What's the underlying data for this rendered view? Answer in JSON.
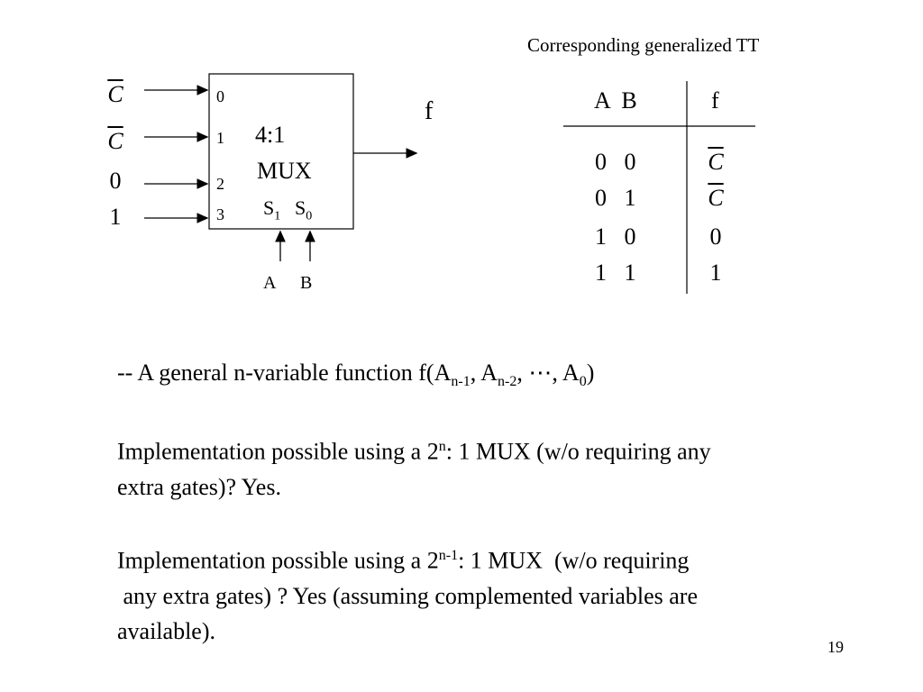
{
  "tt_title": "Corresponding generalized TT",
  "mux": {
    "inputs": [
      "C",
      "C",
      "0",
      "1"
    ],
    "input_complemented": [
      true,
      true,
      false,
      false
    ],
    "pins": [
      "0",
      "1",
      "2",
      "3"
    ],
    "name_line1": "4:1",
    "name_line2": "MUX",
    "sel1": "S",
    "sel1_sub": "1",
    "sel0": "S",
    "sel0_sub": "0",
    "sel_inputs": [
      "A",
      "B"
    ],
    "output": "f"
  },
  "truth_table": {
    "header_ab": "A  B",
    "header_f": "f",
    "rows": [
      {
        "ab": "0   0",
        "f": "C",
        "f_complemented": true
      },
      {
        "ab": "0   1",
        "f": "C",
        "f_complemented": true
      },
      {
        "ab": "1   0",
        "f": "0",
        "f_complemented": false
      },
      {
        "ab": "1   1",
        "f": "1",
        "f_complemented": false
      }
    ]
  },
  "text": {
    "p1_pre": "-- A general n-variable function f(A",
    "p1_sub1": "n-1",
    "p1_mid1": ", A",
    "p1_sub2": "n-2",
    "p1_mid2": ", ⋯, A",
    "p1_sub3": "0",
    "p1_post": ")",
    "p2_pre": "Implementation possible using a 2",
    "p2_sup": "n",
    "p2_post": ": 1 MUX (w/o requiring any",
    "p2_line2": "extra gates)? Yes.",
    "p3_pre": "Implementation possible using a 2",
    "p3_sup": "n-1",
    "p3_post": ": 1 MUX  (w/o requiring",
    "p3_line2": " any extra gates) ? Yes (assuming complemented variables are",
    "p3_line3": "available)."
  },
  "page_number": "19"
}
